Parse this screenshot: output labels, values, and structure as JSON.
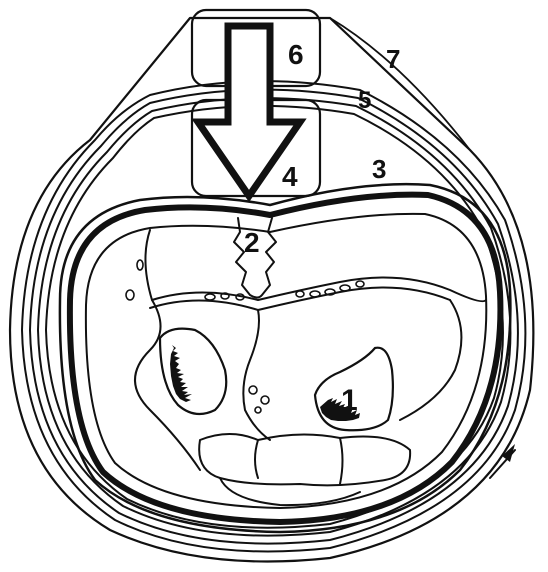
{
  "labels": {
    "l1": "1",
    "l2": "2",
    "l3": "3",
    "l4": "4",
    "l5": "5",
    "l6": "6",
    "l7": "7"
  },
  "colors": {
    "ink": "#111111",
    "paper": "#ffffff"
  }
}
